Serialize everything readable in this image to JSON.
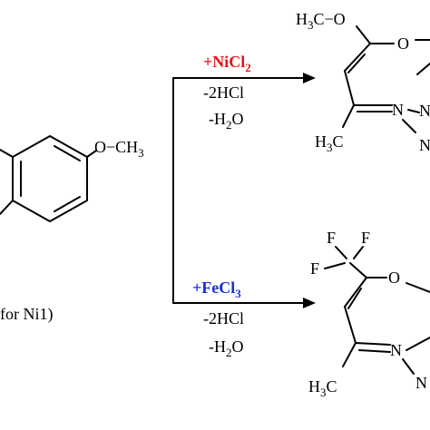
{
  "colors": {
    "ink": "#000000",
    "reagent_ni": "#e8141c",
    "reagent_fe": "#1a2fd6",
    "background": "#ffffff"
  },
  "reactant": {
    "methoxy": "O−CH",
    "methoxy_sub": "3",
    "caption_prefix": "for ",
    "caption_bold": "Ni1",
    "caption_suffix": ")"
  },
  "top_reaction": {
    "reagent_main": "+NiCl",
    "reagent_sub": "2",
    "byproduct_1": "-2HCl",
    "byproduct_2_main": "-H",
    "byproduct_2_sub": "2",
    "byproduct_2_end": "O"
  },
  "bottom_reaction": {
    "reagent_main": "+FeCl",
    "reagent_sub": "3",
    "byproduct_1": "-2HCl",
    "byproduct_2_main": "-H",
    "byproduct_2_sub": "2",
    "byproduct_2_end": "O"
  },
  "top_product": {
    "methoxy_h": "H",
    "methoxy_sub": "3",
    "methoxy_c": "C−O",
    "ring_o": "O",
    "ring_n1": "N",
    "ring_n2": "N",
    "methyl_h": "H",
    "methyl_sub": "3",
    "methyl_c": "C"
  },
  "bottom_product": {
    "f_top_left": "F",
    "f_top_right": "F",
    "f_left": "F",
    "ring_o": "O",
    "ring_n1": "N",
    "ring_n2": "N",
    "methyl_h": "H",
    "methyl_sub": "3",
    "methyl_c": "C"
  }
}
